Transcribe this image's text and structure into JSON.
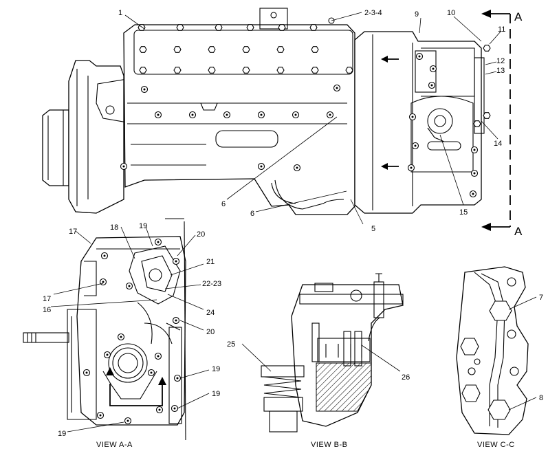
{
  "callouts": {
    "c1": "1",
    "c2_3_4": "2-3-4",
    "c5": "5",
    "c6a": "6",
    "c6b": "6",
    "c7": "7",
    "c8": "8",
    "c9": "9",
    "c10": "10",
    "c11": "11",
    "c12": "12",
    "c13": "13",
    "c14": "14",
    "c15": "15",
    "c16": "16",
    "c17a": "17",
    "c17b": "17",
    "c18": "18",
    "c19a": "19",
    "c19b": "19",
    "c19c": "19",
    "c19d": "19",
    "c20a": "20",
    "c20b": "20",
    "c21": "21",
    "c22_23": "22-23",
    "c24": "24",
    "c25": "25",
    "c26": "26"
  },
  "section_marks": {
    "top": "A",
    "bottom": "A"
  },
  "views": {
    "aa": "VIEW A-A",
    "bb": "VIEW B-B",
    "cc": "VIEW C-C"
  }
}
